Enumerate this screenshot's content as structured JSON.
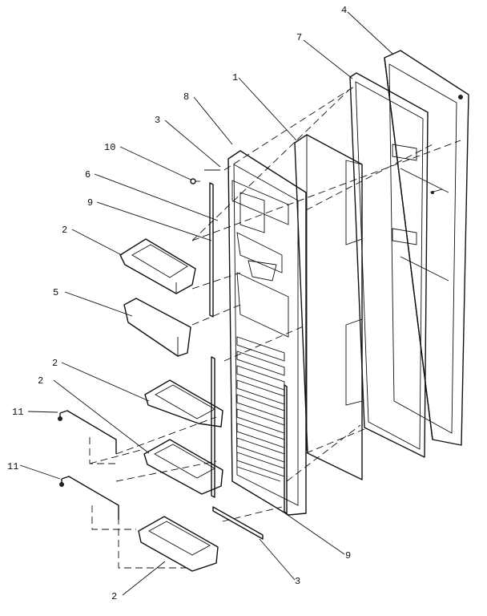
{
  "labels": {
    "l1": "1",
    "l2a": "2",
    "l2b": "2",
    "l2c": "2",
    "l2d": "2",
    "l3a": "3",
    "l3b": "3",
    "l4": "4",
    "l5": "5",
    "l6": "6",
    "l7": "7",
    "l8": "8",
    "l9a": "9",
    "l9b": "9",
    "l10": "10",
    "l11a": "11",
    "l11b": "11"
  }
}
